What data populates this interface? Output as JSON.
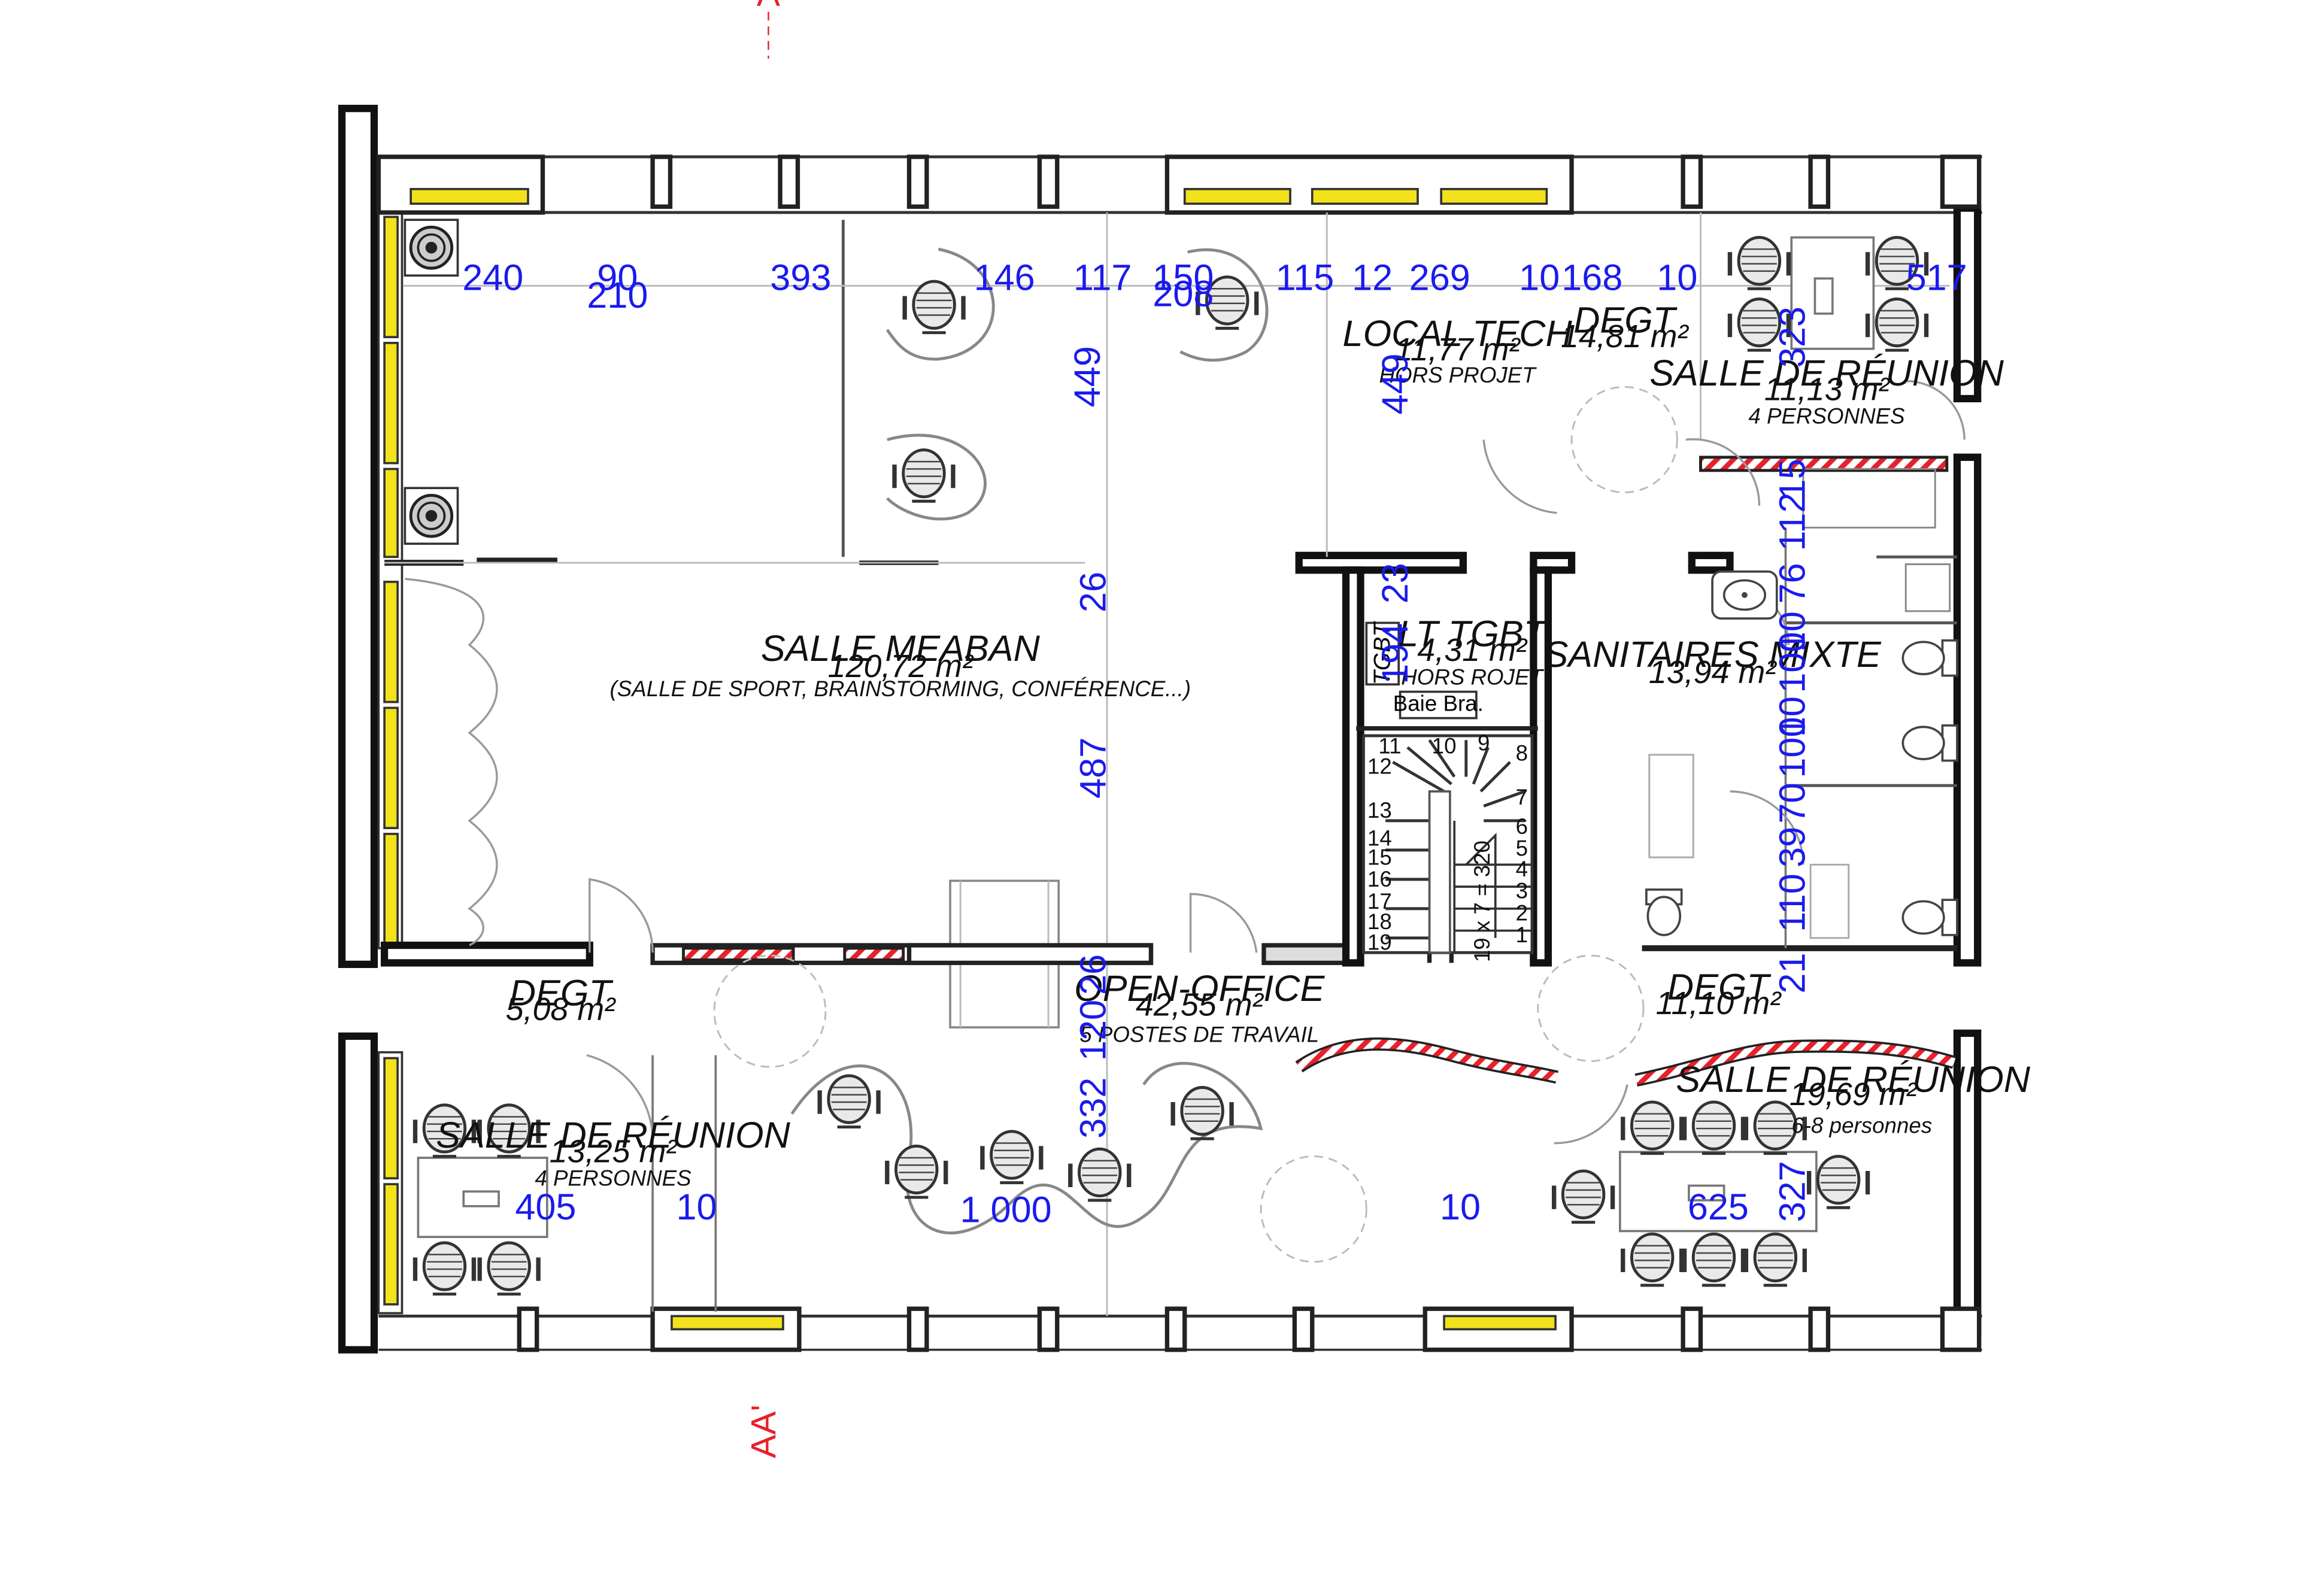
{
  "rooms": {
    "meaban": {
      "name": "SALLE MEABAN",
      "area": "120,72 m²",
      "note": "(SALLE DE SPORT, BRAINSTORMING, CONFÉRENCE...)"
    },
    "local_tech": {
      "name": "LOCAL TECH",
      "area": "11,77 m²",
      "note": "HORS PROJET"
    },
    "degt_north": {
      "name": "DEGT",
      "area": "14,81 m²"
    },
    "reunion_ne": {
      "name": "SALLE DE RÉUNION",
      "area": "11,13 m²",
      "note": "4 PERSONNES"
    },
    "lt_tgbt": {
      "name": "LT TGBT",
      "area": "4,31 m²",
      "note": "HORS ROJET"
    },
    "sanitaires": {
      "name": "SANITAIRES MIXTE",
      "area": "13,94 m²"
    },
    "degt_west": {
      "name": "DEGT",
      "area": "5,08 m²"
    },
    "open_office": {
      "name": "OPEN-OFFICE",
      "area": "42,55 m²",
      "note": "5 POSTES DE TRAVAIL"
    },
    "degt_east": {
      "name": "DEGT",
      "area": "11,10 m²"
    },
    "reunion_sw": {
      "name": "SALLE DE RÉUNION",
      "area": "13,25 m²",
      "note": "4 PERSONNES"
    },
    "reunion_se": {
      "name": "SALLE DE RÉUNION",
      "area": "19,69 m²",
      "note": "6-8 personnes"
    }
  },
  "labels": {
    "tgbt": "TGBT",
    "baie": "Baie Bra.",
    "stair_formula": "19 x 7 = 320",
    "section_top": "A",
    "section_bottom": "AA'"
  },
  "stairs": {
    "left_flight": [
      "11",
      "12",
      "13",
      "14",
      "15",
      "16",
      "17",
      "18",
      "19"
    ],
    "right_flight": [
      "10",
      "9",
      "8",
      "7",
      "6",
      "5",
      "4",
      "3",
      "2",
      "1"
    ]
  },
  "dimensions": {
    "d240": "240",
    "d90": "90",
    "d210": "210",
    "d393": "393",
    "d146": "146",
    "d117": "117",
    "d150": "150",
    "d208": "208",
    "d115": "115",
    "d12": "12",
    "d269": "269",
    "d10a": "10",
    "d168": "168",
    "d10b": "10",
    "d517": "517",
    "d449a": "449",
    "d449b": "449",
    "d323": "323",
    "d26a": "26",
    "d23": "23",
    "d194": "194",
    "d487": "487",
    "d26b": "26",
    "d120": "120",
    "d332": "332",
    "d15": "15",
    "d112": "112",
    "d76": "76",
    "d100a": "100",
    "d10c": "10",
    "d10d": "10",
    "d100b": "100",
    "d70": "70",
    "d39": "39",
    "d110": "110",
    "d21": "21",
    "d405": "405",
    "d10e": "10",
    "d1000": "1 000",
    "d10f": "10",
    "d625": "625",
    "d327": "327"
  },
  "colors": {
    "wall": "#111111",
    "radiator": "#f2e21c",
    "dimension": "#1a1aee",
    "hatch_red": "#e8202a",
    "section_mark": "#e8202a"
  },
  "icons": {
    "chair": "chair-icon",
    "toilet": "toilet-icon",
    "sink": "sink-icon",
    "ventilator": "ventilator-icon"
  }
}
